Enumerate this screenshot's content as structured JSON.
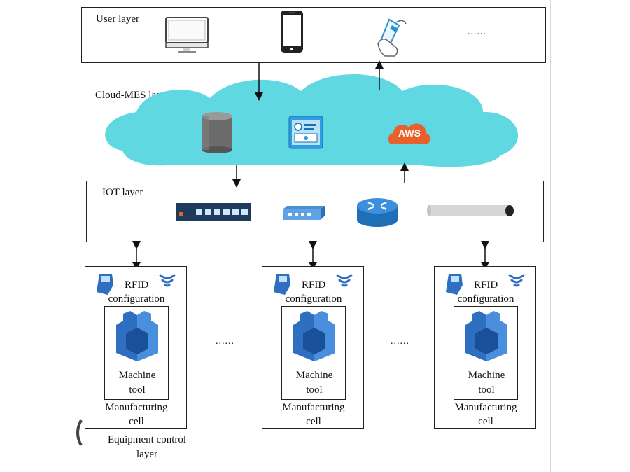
{
  "user_layer": {
    "title": "User layer",
    "ellipsis": "......"
  },
  "cloud_layer": {
    "title": "Cloud-MES layer",
    "aws_text": "AWS",
    "color": "#5fd8e2"
  },
  "iot_layer": {
    "title": "IOT layer"
  },
  "cells": [
    {
      "rfid": "RFID",
      "config": "configuration",
      "machine_line1": "Machine",
      "machine_line2": "tool",
      "cell_line1": "Manufacturing",
      "cell_line2": "cell"
    },
    {
      "rfid": "RFID",
      "config": "configuration",
      "machine_line1": "Machine",
      "machine_line2": "tool",
      "cell_line1": "Manufacturing",
      "cell_line2": "cell"
    },
    {
      "rfid": "RFID",
      "config": "configuration",
      "machine_line1": "Machine",
      "machine_line2": "tool",
      "cell_line1": "Manufacturing",
      "cell_line2": "cell"
    }
  ],
  "between_cells_ellipsis": [
    "......",
    "......"
  ],
  "equipment_layer": {
    "line1": "Equipment control",
    "line2": "layer"
  }
}
